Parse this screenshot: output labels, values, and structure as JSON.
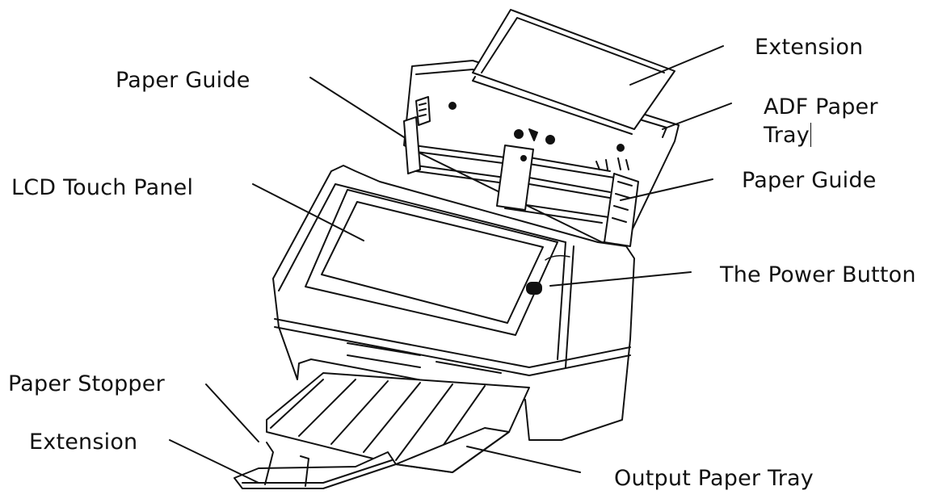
{
  "labels": {
    "extension_top": "Extension",
    "adf_paper_tray_line1": "ADF Paper",
    "adf_paper_tray_line2": "Tray",
    "paper_guide_left": "Paper Guide",
    "paper_guide_right": "Paper Guide",
    "lcd_touch_panel": "LCD Touch Panel",
    "power_button": "The Power Button",
    "paper_stopper": "Paper Stopper",
    "extension_bottom": "Extension",
    "output_paper_tray": "Output Paper Tray"
  }
}
